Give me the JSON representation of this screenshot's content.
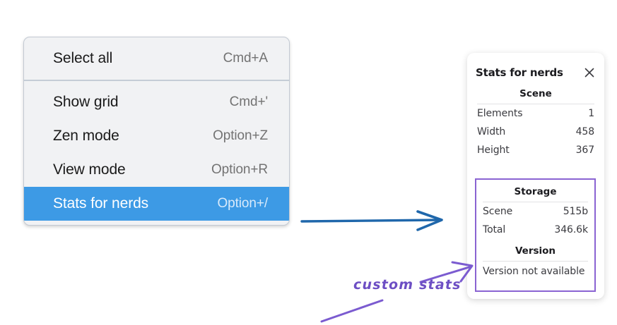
{
  "menu": {
    "groups": [
      {
        "items": [
          {
            "label": "Select all",
            "shortcut": "Cmd+A",
            "selected": false
          }
        ]
      },
      {
        "items": [
          {
            "label": "Show grid",
            "shortcut": "Cmd+'",
            "selected": false
          },
          {
            "label": "Zen mode",
            "shortcut": "Option+Z",
            "selected": false
          },
          {
            "label": "View mode",
            "shortcut": "Option+R",
            "selected": false
          },
          {
            "label": "Stats for nerds",
            "shortcut": "Option+/",
            "selected": true
          }
        ]
      }
    ],
    "highlight_color": "#3d9ae5"
  },
  "stats_panel": {
    "title": "Stats for nerds",
    "close_icon": "close-icon",
    "sections": [
      {
        "title": "Scene",
        "rows": [
          {
            "key": "Elements",
            "value": "1"
          },
          {
            "key": "Width",
            "value": "458"
          },
          {
            "key": "Height",
            "value": "367"
          }
        ]
      },
      {
        "title": "Storage",
        "rows": [
          {
            "key": "Scene",
            "value": "515b"
          },
          {
            "key": "Total",
            "value": "346.6k"
          }
        ]
      },
      {
        "title": "Version",
        "full_row": "Version not available"
      }
    ],
    "highlight_border_color": "#8a63d2"
  },
  "annotations": {
    "label": "custom stats",
    "label_color": "#6d4fc4",
    "blue_arrow_color": "#1f67ab"
  }
}
